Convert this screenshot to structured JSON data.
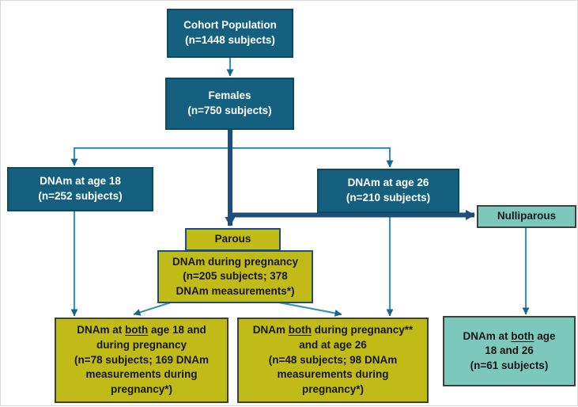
{
  "figure": {
    "type": "cohort-flowchart",
    "colors": {
      "dark_teal": "#15607e",
      "dark_teal_border": "#0b4a61",
      "olive": "#c1bb17",
      "olive_border_blue": "#1f4e79",
      "box_border_dark": "#3f3f3f",
      "light_teal": "#7cc8bb",
      "thin_line": "#3d92b4",
      "thin_arrow": "#15688c",
      "thick_line": "#1f4e79"
    },
    "boxes": {
      "cohort": {
        "lines": [
          "Cohort Population",
          "(n=1448 subjects)"
        ]
      },
      "females": {
        "lines": [
          "Females",
          "(n=750 subjects)"
        ]
      },
      "dnam_age18": {
        "lines": [
          "DNAm at age 18",
          "(n=252 subjects)"
        ]
      },
      "dnam_age26": {
        "lines": [
          "DNAm at age 26",
          "(n=210 subjects)"
        ]
      },
      "nulliparous": {
        "lines": [
          "Nulliparous"
        ]
      },
      "parous": {
        "lines": [
          "Parous"
        ]
      },
      "dnam_pregnancy": {
        "lines": [
          "DNAm during pregnancy",
          "(n=205 subjects; 378",
          "DNAm measurements*)"
        ]
      },
      "both_age18_pregnancy": {
        "lines": [
          [
            {
              "t": "DNAm at "
            },
            {
              "t": "both",
              "u": true
            },
            {
              "t": " age 18 and"
            }
          ],
          "during pregnancy",
          "(n=78 subjects; 169 DNAm",
          "measurements during",
          "pregnancy*)"
        ]
      },
      "both_pregnancy_age26": {
        "lines": [
          [
            {
              "t": "DNAm "
            },
            {
              "t": "both",
              "u": true
            },
            {
              "t": " during pregnancy**"
            }
          ],
          "and at age 26",
          "(n=48 subjects; 98 DNAm",
          "measurements during",
          "pregnancy*)"
        ]
      },
      "both_age18_age26": {
        "lines": [
          [
            {
              "t": "DNAm at "
            },
            {
              "t": "both",
              "u": true
            },
            {
              "t": " age"
            }
          ],
          "18 and 26",
          "(n=61 subjects)"
        ]
      }
    },
    "edges": [
      {
        "from": "cohort",
        "to": "females",
        "style": "thin"
      },
      {
        "from": "females",
        "to": "parous",
        "style": "thick"
      },
      {
        "from": "females",
        "to": "dnam_age18",
        "style": "thin"
      },
      {
        "from": "females",
        "to": "dnam_age26",
        "style": "thin"
      },
      {
        "from": "females",
        "to": "nulliparous",
        "style": "thick"
      },
      {
        "from": "dnam_age18",
        "to": "both_age18_pregnancy",
        "style": "thin"
      },
      {
        "from": "dnam_age26",
        "to": "both_pregnancy_age26",
        "style": "thin"
      },
      {
        "from": "nulliparous",
        "to": "both_age18_age26",
        "style": "thin"
      },
      {
        "from": "dnam_pregnancy",
        "to": "both_age18_pregnancy",
        "style": "thin"
      },
      {
        "from": "dnam_pregnancy",
        "to": "both_pregnancy_age26",
        "style": "thin"
      }
    ]
  }
}
